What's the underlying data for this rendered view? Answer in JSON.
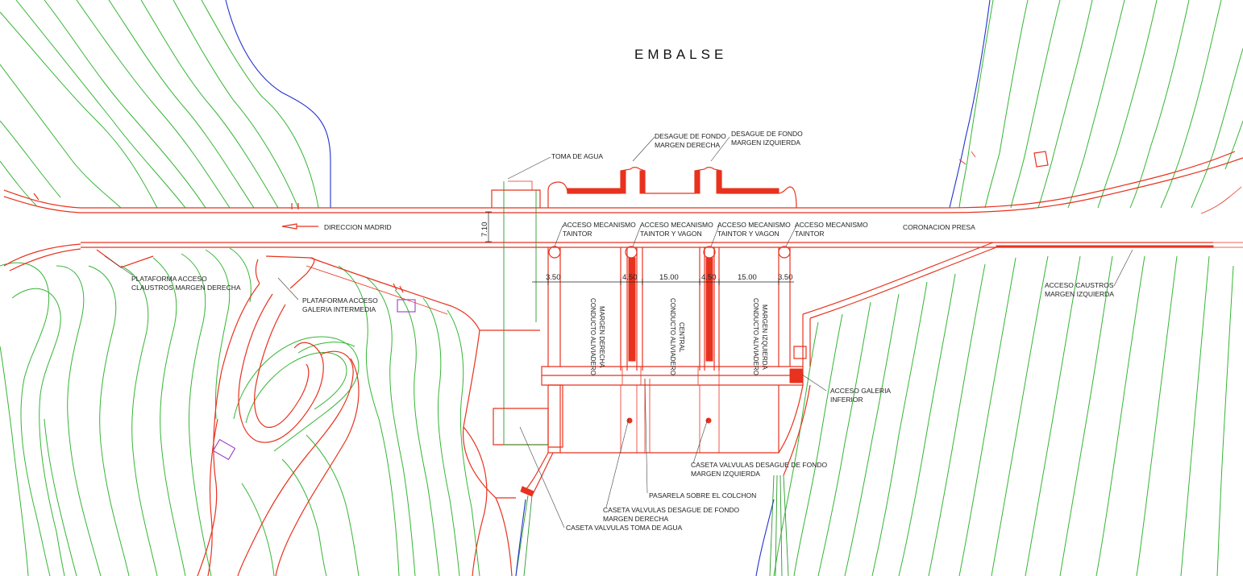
{
  "title": "EMBALSE",
  "direction_label": "DIRECCION MADRID",
  "crest_label": "CORONACION PRESA",
  "labels": {
    "toma_agua": "TOMA DE AGUA",
    "desague_md_1": "DESAGUE DE FONDO",
    "desague_md_2": "MARGEN DERECHA",
    "desague_mi_1": "DESAGUE DE FONDO",
    "desague_mi_2": "MARGEN IZQUIERDA",
    "acc_taintor_1_a": "ACCESO MECANISMO",
    "acc_taintor_1_b": "TAINTOR",
    "acc_tv_1_a": "ACCESO MECANISMO",
    "acc_tv_1_b": "TAINTOR Y VAGON",
    "acc_tv_2_a": "ACCESO MECANISMO",
    "acc_tv_2_b": "TAINTOR Y VAGON",
    "acc_taintor_2_a": "ACCESO MECANISMO",
    "acc_taintor_2_b": "TAINTOR",
    "plat_claustros_md_a": "PLATAFORMA ACCESO",
    "plat_claustros_md_b": "CLAUSTROS MARGEN DERECHA",
    "plat_galeria_a": "PLATAFORMA ACCESO",
    "plat_galeria_b": "GALERIA INTERMEDIA",
    "acc_claustros_mi_a": "ACCESO CAUSTROS",
    "acc_claustros_mi_b": "MARGEN IZQUIERDA",
    "acc_galeria_inf_a": "ACCESO GALERIA",
    "acc_galeria_inf_b": "INFERIOR",
    "caseta_mi_a": "CASETA VALVULAS DESAGUE DE FONDO",
    "caseta_mi_b": "MARGEN IZQUIERDA",
    "pasarela": "PASARELA SOBRE EL COLCHON",
    "caseta_md_a": "CASETA VALVULAS DESAGUE DE FONDO",
    "caseta_md_b": "MARGEN DERECHA",
    "caseta_toma": "CASETA VALVULAS TOMA DE AGUA",
    "conducto_md_a": "CONDUCTO ALIVIADERO",
    "conducto_md_b": "MARGEN DERECHA",
    "conducto_c_a": "CONDUCTO ALIVIADERO",
    "conducto_c_b": "CENTRAL",
    "conducto_mi_a": "CONDUCTO ALIVIADERO",
    "conducto_mi_b": "MARGEN IZQUIERDA"
  },
  "dimensions": {
    "crest_width": "7.10",
    "d1": "3.50",
    "d2": "4.50",
    "d3": "15.00",
    "d4": "4.50",
    "d5": "15.00",
    "d6": "3.50"
  },
  "colors": {
    "structure": "#e8321e",
    "contours": "#35b535",
    "river": "#2233cc",
    "markers": "#9b3ec8"
  }
}
